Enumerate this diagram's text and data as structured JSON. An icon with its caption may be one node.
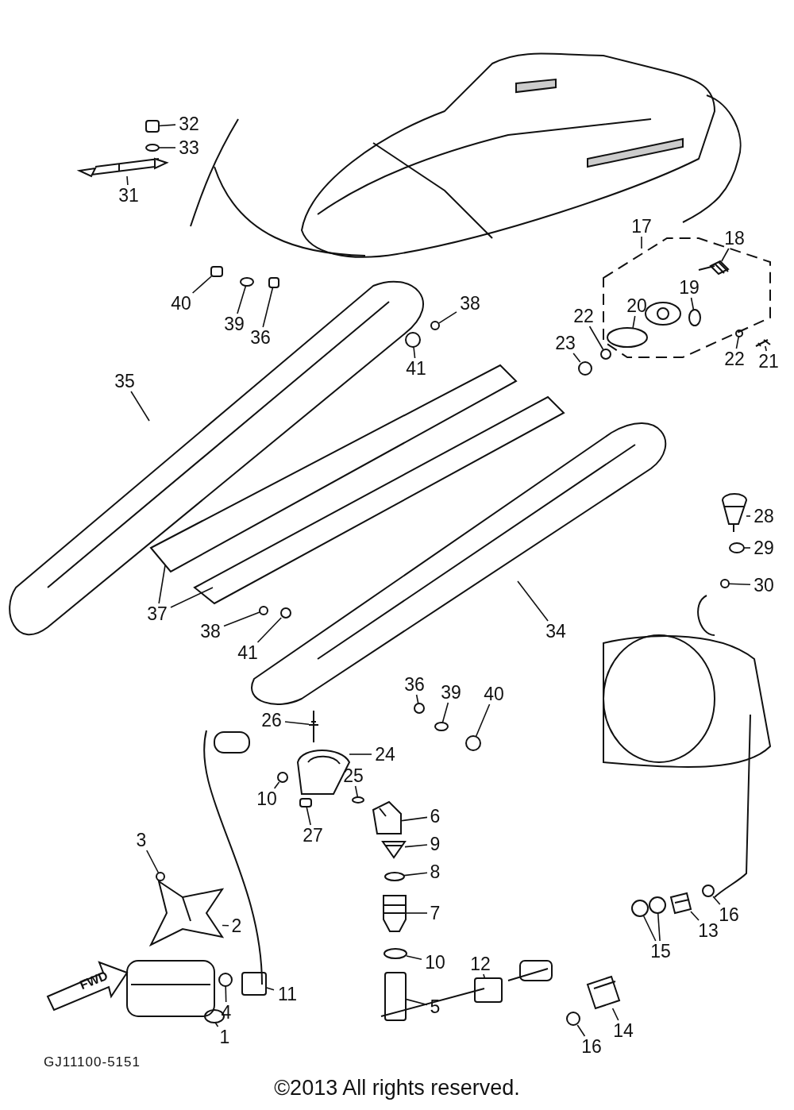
{
  "diagram": {
    "caption": "©2013 All rights reserved.",
    "nodes": [
      {
        "text": [
          "32"
        ]
      },
      {
        "text": [
          "33"
        ]
      },
      {
        "text": [
          "31"
        ]
      },
      {
        "text": [
          "17"
        ]
      },
      {
        "text": [
          "18"
        ]
      },
      {
        "text": [
          "19"
        ]
      },
      {
        "text": [
          "20"
        ]
      },
      {
        "text": [
          "40"
        ]
      },
      {
        "text": [
          "39"
        ]
      },
      {
        "text": [
          "36"
        ]
      },
      {
        "text": [
          "38"
        ]
      },
      {
        "text": [
          "22"
        ]
      },
      {
        "text": [
          "23"
        ]
      },
      {
        "text": [
          "22"
        ]
      },
      {
        "text": [
          "21"
        ]
      },
      {
        "text": [
          "41"
        ]
      },
      {
        "text": [
          "35"
        ]
      },
      {
        "text": [
          "28"
        ]
      },
      {
        "text": [
          "29"
        ]
      },
      {
        "text": [
          "30"
        ]
      },
      {
        "text": [
          "37"
        ]
      },
      {
        "text": [
          "34"
        ]
      },
      {
        "text": [
          "38"
        ]
      },
      {
        "text": [
          "41"
        ]
      },
      {
        "text": [
          "36"
        ]
      },
      {
        "text": [
          "39"
        ]
      },
      {
        "text": [
          "40"
        ]
      },
      {
        "text": [
          "26"
        ]
      },
      {
        "text": [
          "24"
        ]
      },
      {
        "text": [
          "25"
        ]
      },
      {
        "text": [
          "10"
        ]
      },
      {
        "text": [
          "6"
        ]
      },
      {
        "text": [
          "27"
        ]
      },
      {
        "text": [
          "3"
        ]
      },
      {
        "text": [
          "9"
        ]
      },
      {
        "text": [
          "8"
        ]
      },
      {
        "text": [
          "7"
        ]
      },
      {
        "text": [
          "16"
        ]
      },
      {
        "text": [
          "2"
        ]
      },
      {
        "text": [
          "13"
        ]
      },
      {
        "text": [
          "15"
        ]
      },
      {
        "text": [
          "10"
        ]
      },
      {
        "text": [
          "12"
        ]
      },
      {
        "text": [
          "11"
        ]
      },
      {
        "text": [
          "5"
        ]
      },
      {
        "text": [
          "4"
        ]
      },
      {
        "text": [
          "14"
        ]
      },
      {
        "text": [
          "1"
        ]
      },
      {
        "text": [
          "16"
        ]
      },
      {
        "text": [],
        "shape": "box"
      },
      {
        "text": [],
        "shape": "circle"
      },
      {
        "text": [],
        "shape": "picture"
      },
      {
        "text": [],
        "shape": "picture"
      },
      {
        "text": [],
        "shape": "circle"
      },
      {
        "text": [],
        "shape": "circle"
      },
      {
        "text": [],
        "shape": "box"
      },
      {
        "text": [],
        "shape": "circle"
      },
      {
        "text": [],
        "shape": "box"
      },
      {
        "text": [],
        "shape": "circle"
      },
      {
        "text": [],
        "shape": "circle"
      },
      {
        "text": [],
        "shape": "circle"
      },
      {
        "text": [],
        "shape": "circle"
      },
      {
        "text": [],
        "shape": "picture"
      },
      {
        "text": [],
        "shape": "circle"
      },
      {
        "text": [],
        "shape": "picture"
      },
      {
        "text": [],
        "shape": "circle"
      },
      {
        "text": [],
        "shape": "circle"
      },
      {
        "text": [],
        "shape": "circle"
      },
      {
        "text": [],
        "shape": "circle"
      },
      {
        "text": [],
        "shape": "circle"
      },
      {
        "text": [],
        "shape": "circle"
      },
      {
        "text": [],
        "shape": "circle"
      },
      {
        "text": [],
        "shape": "picture"
      },
      {
        "text": [],
        "shape": "picture"
      },
      {
        "text": [],
        "shape": "circle"
      },
      {
        "text": [],
        "shape": "circle"
      },
      {
        "text": [],
        "shape": "picture"
      },
      {
        "text": [],
        "shape": "box"
      },
      {
        "text": [],
        "shape": "circle"
      },
      {
        "text": [],
        "shape": "picture"
      },
      {
        "text": [],
        "shape": "circle"
      },
      {
        "text": [],
        "shape": "picture"
      },
      {
        "text": [],
        "shape": "circle"
      },
      {
        "text": [],
        "shape": "picture"
      },
      {
        "text": [],
        "shape": "picture"
      },
      {
        "text": [],
        "shape": "circle"
      },
      {
        "text": [],
        "shape": "circle"
      },
      {
        "text": [],
        "shape": "circle"
      },
      {
        "text": [],
        "shape": "box"
      },
      {
        "text": [],
        "shape": "box"
      },
      {
        "text": [],
        "shape": "box"
      },
      {
        "text": [],
        "shape": "circle"
      },
      {
        "text": [],
        "shape": "picture"
      },
      {
        "text": [],
        "shape": "picture"
      },
      {
        "text": [],
        "shape": "circle"
      }
    ],
    "edges": [
      {
        "from": 0,
        "to": 49,
        "arrow": "none"
      },
      {
        "from": 1,
        "to": 50,
        "arrow": "none"
      },
      {
        "from": 2,
        "to": 51,
        "arrow": "none"
      },
      {
        "from": 3,
        "to": null,
        "arrow": "none"
      },
      {
        "from": 4,
        "to": 52,
        "arrow": "none"
      },
      {
        "from": 5,
        "to": 53,
        "arrow": "none"
      },
      {
        "from": 6,
        "to": 54,
        "arrow": "none"
      },
      {
        "from": 7,
        "to": 55,
        "arrow": "none"
      },
      {
        "from": 8,
        "to": 56,
        "arrow": "none"
      },
      {
        "from": 9,
        "to": 57,
        "arrow": "none"
      },
      {
        "from": 10,
        "to": 58,
        "arrow": "none"
      },
      {
        "from": 11,
        "to": 59,
        "arrow": "none"
      },
      {
        "from": 12,
        "to": 60,
        "arrow": "none"
      },
      {
        "from": 13,
        "to": 61,
        "arrow": "none"
      },
      {
        "from": 14,
        "to": 62,
        "arrow": "none"
      },
      {
        "from": 15,
        "to": 63,
        "arrow": "none"
      },
      {
        "from": 16,
        "to": null,
        "arrow": "none"
      },
      {
        "from": 17,
        "to": 64,
        "arrow": "none"
      },
      {
        "from": 18,
        "to": 65,
        "arrow": "none"
      },
      {
        "from": 19,
        "to": 66,
        "arrow": "none"
      },
      {
        "from": 20,
        "to": null,
        "arrow": "none"
      },
      {
        "from": 20,
        "to": null,
        "arrow": "none"
      },
      {
        "from": 21,
        "to": null,
        "arrow": "none"
      },
      {
        "from": 22,
        "to": 67,
        "arrow": "none"
      },
      {
        "from": 23,
        "to": 68,
        "arrow": "none"
      },
      {
        "from": 24,
        "to": 69,
        "arrow": "none"
      },
      {
        "from": 25,
        "to": 70,
        "arrow": "none"
      },
      {
        "from": 26,
        "to": 71,
        "arrow": "none"
      },
      {
        "from": 27,
        "to": 72,
        "arrow": "none"
      },
      {
        "from": 28,
        "to": 73,
        "arrow": "none"
      },
      {
        "from": 29,
        "to": 74,
        "arrow": "none"
      },
      {
        "from": 30,
        "to": 75,
        "arrow": "none"
      },
      {
        "from": 31,
        "to": 76,
        "arrow": "none"
      },
      {
        "from": 32,
        "to": 77,
        "arrow": "none"
      },
      {
        "from": 33,
        "to": 78,
        "arrow": "none"
      },
      {
        "from": 34,
        "to": 79,
        "arrow": "none"
      },
      {
        "from": 35,
        "to": 80,
        "arrow": "none"
      },
      {
        "from": 36,
        "to": 81,
        "arrow": "none"
      },
      {
        "from": 37,
        "to": 82,
        "arrow": "none"
      },
      {
        "from": 38,
        "to": 83,
        "arrow": "none"
      },
      {
        "from": 39,
        "to": 84,
        "arrow": "none"
      },
      {
        "from": 40,
        "to": 85,
        "arrow": "none"
      },
      {
        "from": 40,
        "to": 86,
        "arrow": "none"
      },
      {
        "from": 41,
        "to": 87,
        "arrow": "none"
      },
      {
        "from": 42,
        "to": 88,
        "arrow": "none"
      },
      {
        "from": 43,
        "to": 89,
        "arrow": "none"
      },
      {
        "from": 44,
        "to": 90,
        "arrow": "none"
      },
      {
        "from": 45,
        "to": 91,
        "arrow": "none"
      },
      {
        "from": 46,
        "to": 92,
        "arrow": "none"
      },
      {
        "from": 47,
        "to": 93,
        "arrow": "none"
      },
      {
        "from": 48,
        "to": 94,
        "arrow": "none"
      }
    ],
    "labels": [
      "FWD",
      "GJ11100-5151"
    ]
  }
}
